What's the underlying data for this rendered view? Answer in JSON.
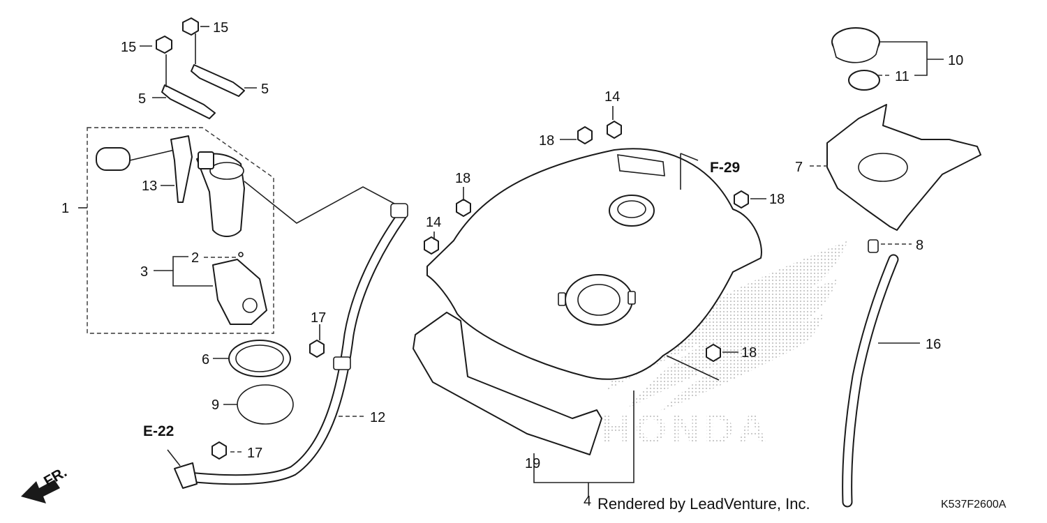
{
  "callouts": [
    "1",
    "2",
    "3",
    "4",
    "5",
    "5",
    "6",
    "7",
    "8",
    "9",
    "10",
    "11",
    "12",
    "13",
    "14",
    "14",
    "15",
    "15",
    "16",
    "17",
    "17",
    "18",
    "18",
    "18",
    "18",
    "19"
  ],
  "references": {
    "left": "E-22",
    "top": "F-29"
  },
  "direction_label": "FR.",
  "watermark": "HONDA",
  "credit": "Rendered by LeadVenture, Inc.",
  "drawing_code": "K537F2600A",
  "colors": {
    "line": "#1a1a1a",
    "watermark": "#cfcfcf"
  }
}
